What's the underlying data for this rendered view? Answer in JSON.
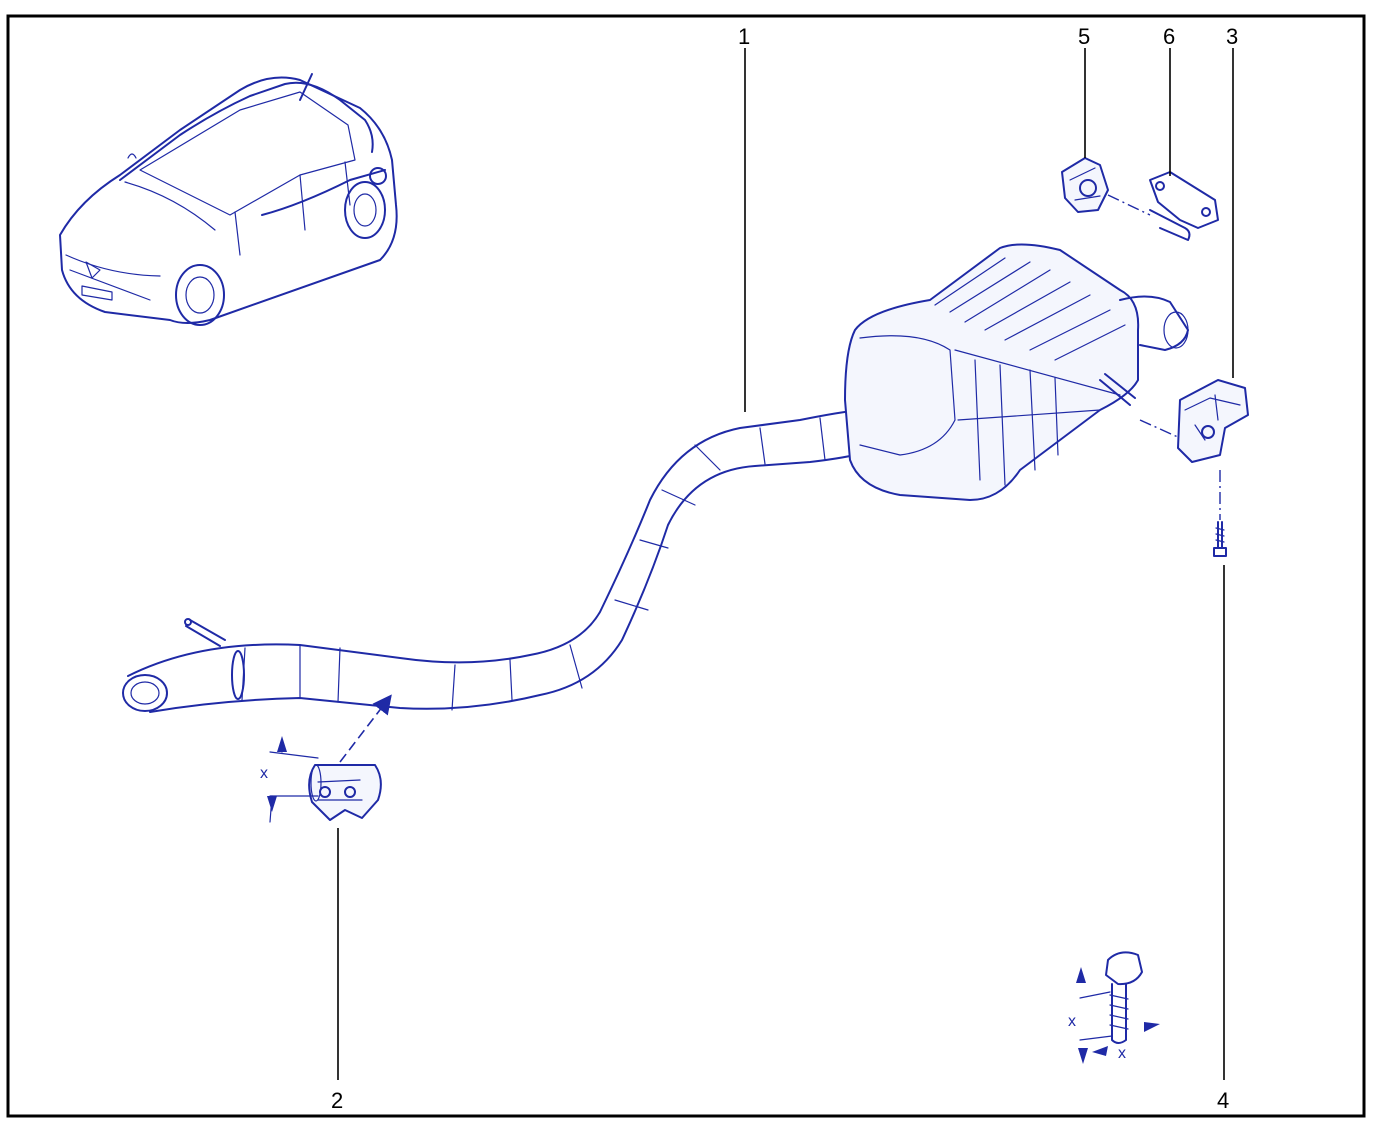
{
  "diagram": {
    "callouts": [
      "1",
      "2",
      "3",
      "4",
      "5",
      "6"
    ],
    "clamp_dimension_label": "x",
    "bolt_length_label": "x",
    "bolt_diameter_label": "x"
  },
  "colors": {
    "line": "#1f2aa6",
    "frame": "#000000",
    "background": "#ffffff"
  }
}
